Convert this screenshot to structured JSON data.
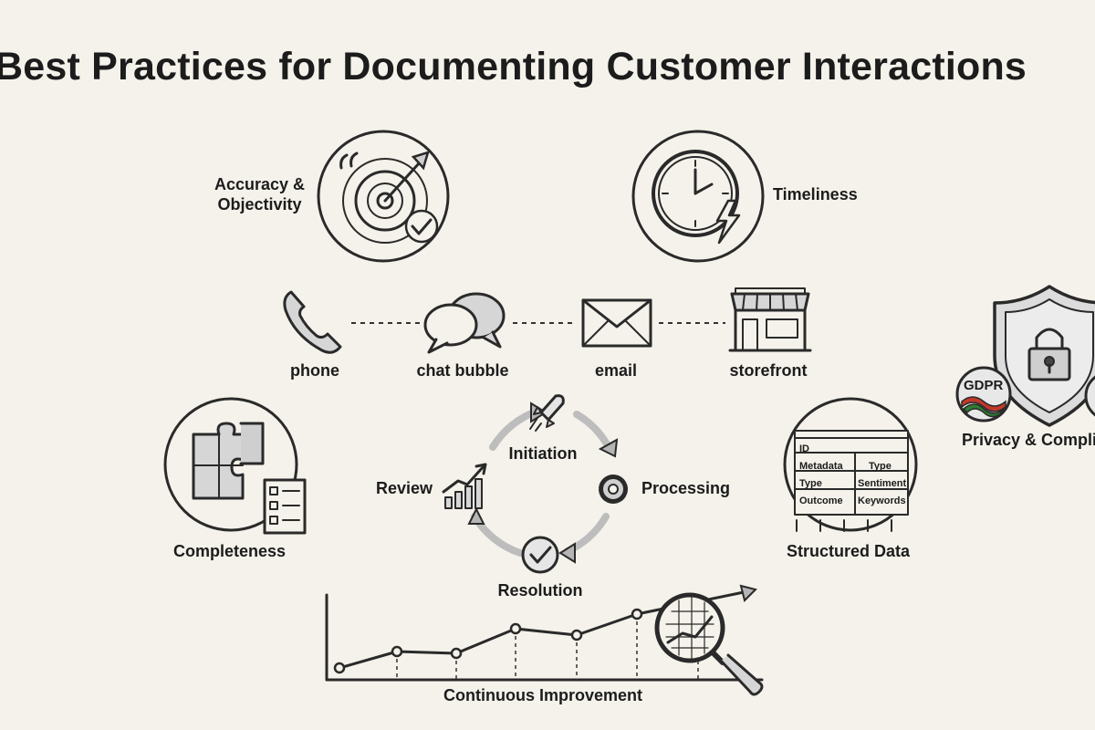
{
  "title": "Best Practices for Documenting Customer Interactions",
  "practices": {
    "accuracy": "Accuracy & Objectivity",
    "timeliness": "Timeliness",
    "completeness": "Completeness",
    "structured_data": "Structured Data",
    "privacy": "Privacy & Compliance",
    "continuous_improvement": "Continuous Improvement"
  },
  "channels": [
    {
      "label": "phone",
      "icon": "phone-icon"
    },
    {
      "label": "chat bubble",
      "icon": "chat-bubble-icon"
    },
    {
      "label": "email",
      "icon": "envelope-icon"
    },
    {
      "label": "storefront",
      "icon": "storefront-icon"
    }
  ],
  "cycle": {
    "initiation": "Initiation",
    "processing": "Processing",
    "resolution": "Resolution",
    "review": "Review"
  },
  "structured_table": {
    "header": "ID",
    "rows": [
      [
        "Metadata",
        "Type"
      ],
      [
        "Type",
        "Sentiment"
      ],
      [
        "Outcome",
        "Keywords"
      ]
    ]
  },
  "badges": {
    "gdpr": "GDPR"
  }
}
